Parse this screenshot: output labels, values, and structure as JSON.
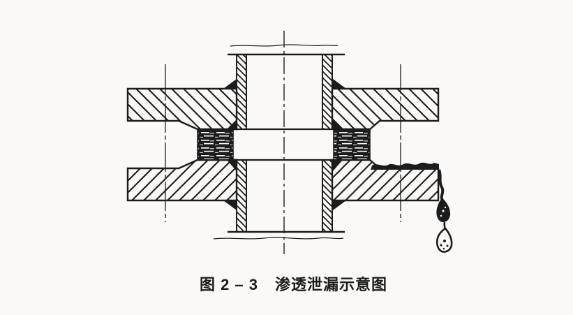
{
  "figure": {
    "caption": {
      "label": "图 2 – 3",
      "title": "渗透泄漏示意图"
    }
  },
  "colors": {
    "ink": "#1c1c1c",
    "paper": "#faf9f7"
  },
  "diagram": {
    "kind": "flange-joint-cross-section",
    "parts": [
      "upper-pipe",
      "lower-pipe",
      "upper-flange-left",
      "upper-flange-right",
      "lower-flange-left",
      "lower-flange-right",
      "gasket-left",
      "gasket-right",
      "weld-fillets",
      "pipe-centerline",
      "bolt-centerline-left",
      "bolt-centerline-right",
      "break-line-top",
      "break-line-bottom",
      "leak-film",
      "leak-stream",
      "leak-drop-hanging",
      "leak-drop-falling"
    ]
  }
}
